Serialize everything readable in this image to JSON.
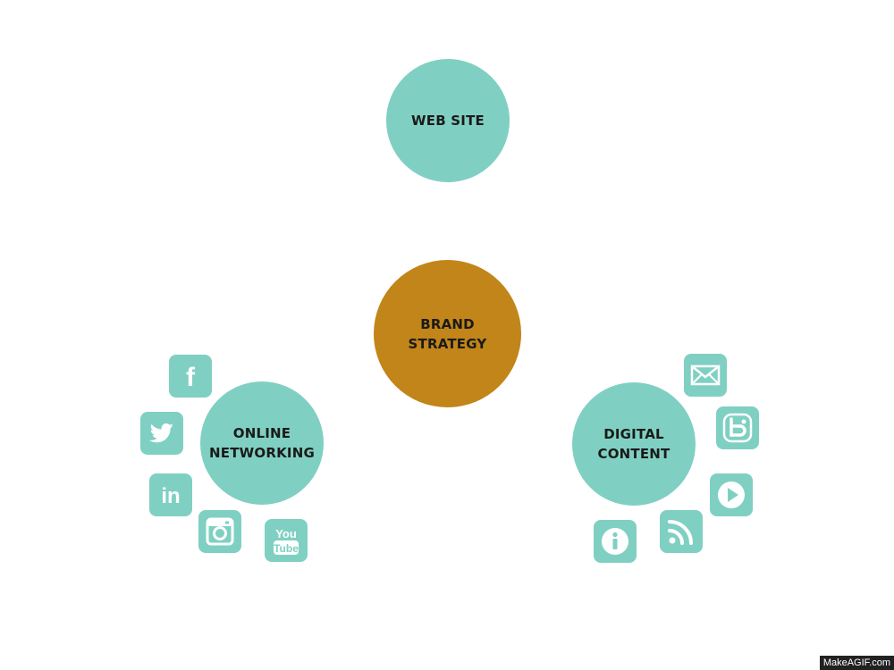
{
  "nodes": {
    "web_site": [
      "WEB SITE"
    ],
    "brand_strategy": [
      "BRAND",
      "STRATEGY"
    ],
    "online_networking": [
      "ONLINE",
      "NETWORKING"
    ],
    "digital_content": [
      "DIGITAL",
      "CONTENT"
    ]
  },
  "icons": {
    "online_networking": [
      "facebook-icon",
      "twitter-icon",
      "linkedin-icon",
      "instagram-icon",
      "youtube-icon"
    ],
    "digital_content": [
      "mail-icon",
      "blogger-icon",
      "play-icon",
      "rss-icon",
      "info-icon"
    ]
  },
  "icon_text": {
    "facebook": "f",
    "linkedin": "in",
    "youtube_top": "You",
    "youtube_bottom": "Tube"
  },
  "colors": {
    "teal": "#7fd0c2",
    "gold": "#c28519",
    "icon_glyph": "#ffffff",
    "text": "#1a1a1a"
  },
  "watermark": "MakeAGIF.com"
}
